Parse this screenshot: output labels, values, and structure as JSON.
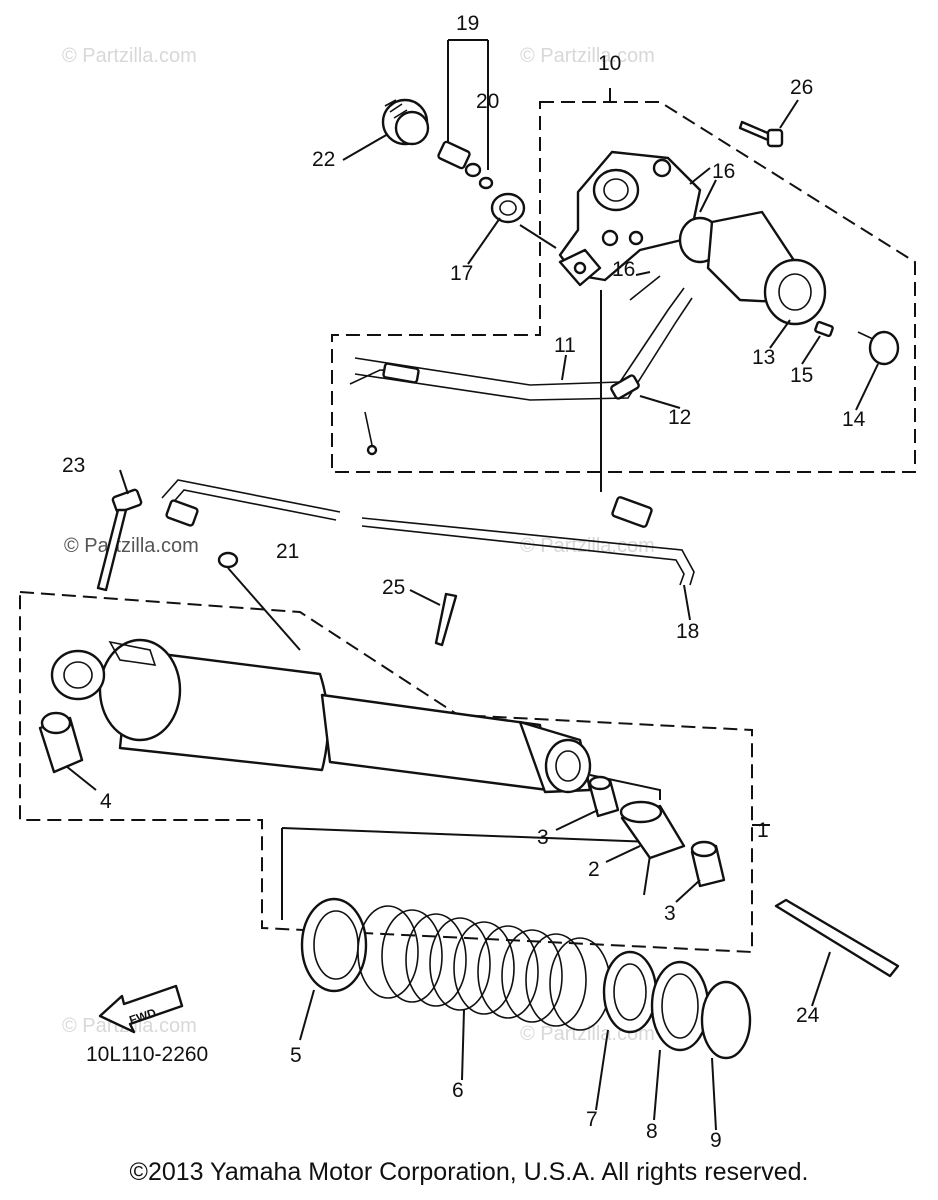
{
  "diagram_code": "10L110-2260",
  "fwd_label": "FWD",
  "watermark": "© Partzilla.com",
  "copyright": "©2013 Yamaha Motor Corporation, U.S.A. All rights reserved.",
  "callouts": {
    "c1": "1",
    "c2": "2",
    "c3a": "3",
    "c3b": "3",
    "c4": "4",
    "c5": "5",
    "c6": "6",
    "c7": "7",
    "c8": "8",
    "c9": "9",
    "c10": "10",
    "c11": "11",
    "c12": "12",
    "c13": "13",
    "c14": "14",
    "c15": "15",
    "c16a": "16",
    "c16b": "16",
    "c17": "17",
    "c18": "18",
    "c19": "19",
    "c20": "20",
    "c21": "21",
    "c22": "22",
    "c23": "23",
    "c24": "24",
    "c25": "25",
    "c26": "26"
  }
}
